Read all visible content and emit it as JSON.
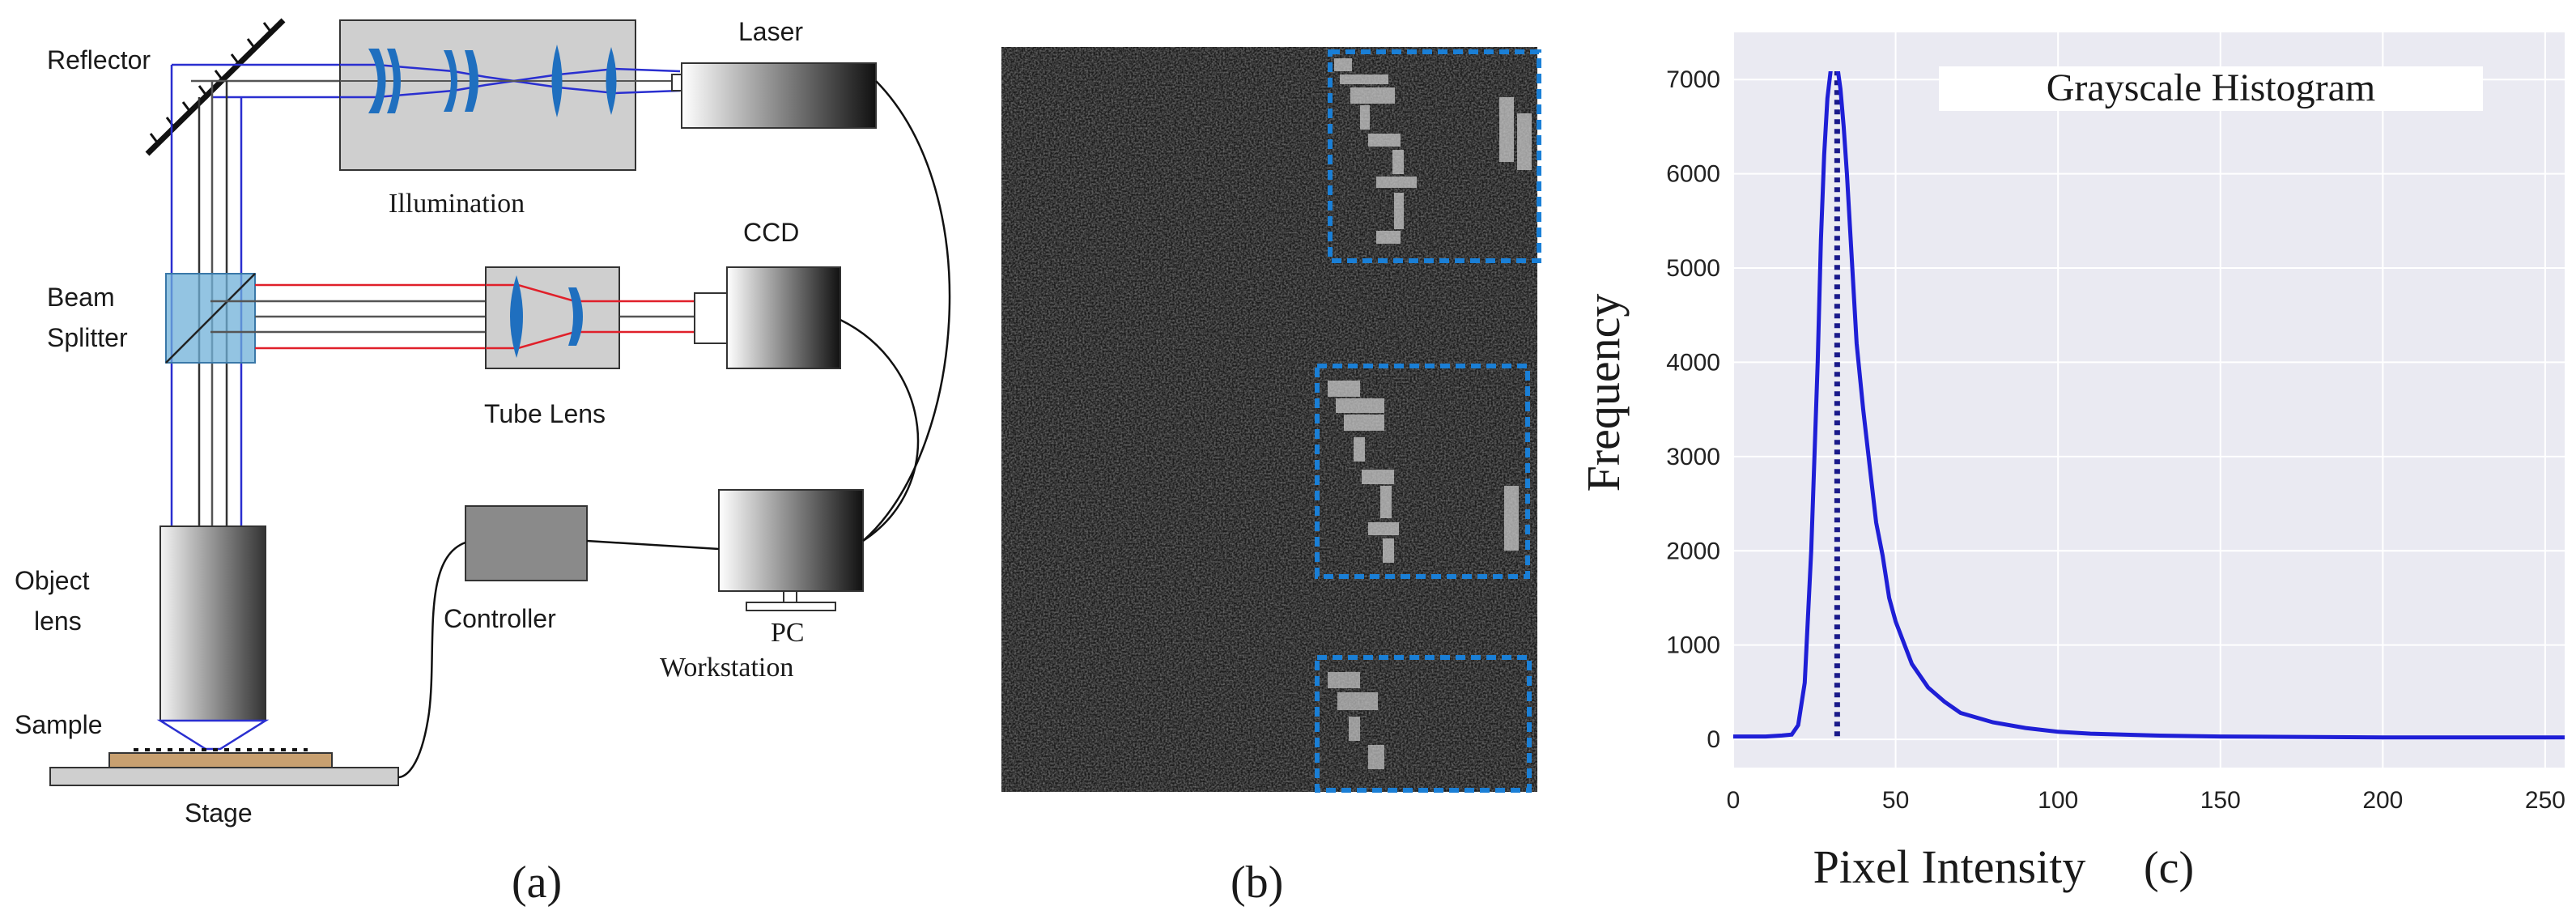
{
  "panel_a": {
    "caption": "(a)",
    "labels": {
      "reflector": "Reflector",
      "illumination": "Illumination",
      "laser": "Laser",
      "ccd": "CCD",
      "beam_splitter_1": "Beam",
      "beam_splitter_2": "Splitter",
      "tube_lens": "Tube Lens",
      "object_lens_1": "Object",
      "object_lens_2": "lens",
      "controller": "Controller",
      "pc": "PC",
      "workstation": "Workstation",
      "sample": "Sample",
      "stage": "Stage"
    },
    "colors": {
      "blue_beam": "#2a2fd0",
      "red_beam": "#e0202a",
      "lens": "#1f6fbf",
      "box_fill": "#cfcfcf",
      "splitter": "#6fb0d8",
      "sample": "#c8a070"
    }
  },
  "panel_b": {
    "caption": "(b)",
    "colors": {
      "background": "#1b1b1b",
      "roi_border": "#1a7fd6"
    }
  },
  "panel_c": {
    "caption": "(c)",
    "chart_data": {
      "type": "line",
      "title": "Grayscale Histogram",
      "xlabel": "Pixel Intensity",
      "ylabel": "Frequency",
      "xlim": [
        0,
        256
      ],
      "ylim": [
        -300,
        7500
      ],
      "xticks": [
        0,
        50,
        100,
        150,
        200,
        250
      ],
      "yticks": [
        0,
        1000,
        2000,
        3000,
        4000,
        5000,
        6000,
        7000
      ],
      "grid": true,
      "series": [
        {
          "x": [
            0,
            5,
            10,
            15,
            18,
            20,
            22,
            24,
            26,
            27,
            28,
            29,
            30,
            31,
            32,
            33,
            34,
            35,
            36,
            37,
            38,
            40,
            42,
            44,
            46,
            48,
            50,
            55,
            60,
            65,
            70,
            80,
            90,
            100,
            110,
            120,
            130,
            150,
            200,
            256
          ],
          "y": [
            30,
            30,
            30,
            40,
            50,
            150,
            600,
            2000,
            4000,
            5300,
            6200,
            6800,
            7100,
            7250,
            7150,
            6900,
            6500,
            6000,
            5400,
            4800,
            4200,
            3500,
            2900,
            2300,
            1950,
            1500,
            1250,
            800,
            550,
            400,
            280,
            180,
            120,
            80,
            60,
            50,
            40,
            30,
            20,
            20
          ],
          "color": "#1f1fd6"
        }
      ],
      "marker_line": {
        "x": 32,
        "color": "#1a1a8a"
      },
      "plot_background": "#eaeaf2"
    }
  }
}
